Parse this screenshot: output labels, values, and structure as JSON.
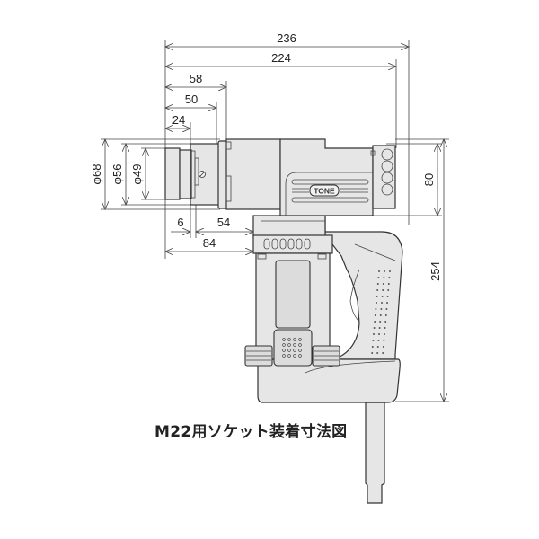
{
  "title": "M22用ソケット装着寸法図",
  "logo_text": "TONE",
  "dimensions": {
    "overall_length": "236",
    "length_to_cap": "224",
    "len_58": "58",
    "len_50": "50",
    "len_24": "24",
    "len_6": "6",
    "len_54": "54",
    "len_84": "84",
    "dia_68": "φ68",
    "dia_56": "φ56",
    "dia_49": "φ49",
    "head_height": "80",
    "overall_height": "254"
  },
  "colors": {
    "body": "#e6e6e6",
    "line": "#333333"
  }
}
